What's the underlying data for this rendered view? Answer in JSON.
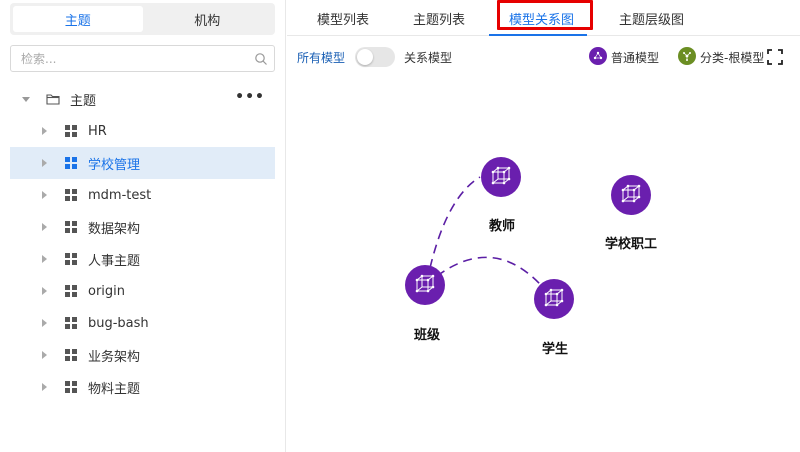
{
  "sidebar": {
    "segments": [
      {
        "label": "主题",
        "active": true
      },
      {
        "label": "机构",
        "active": false
      }
    ],
    "search": {
      "placeholder": "检索...",
      "value": ""
    },
    "root": {
      "label": "主题",
      "more": "•••"
    },
    "items": [
      {
        "label": "HR"
      },
      {
        "label": "学校管理",
        "selected": true
      },
      {
        "label": "mdm-test"
      },
      {
        "label": "数据架构"
      },
      {
        "label": "人事主题"
      },
      {
        "label": "origin"
      },
      {
        "label": "bug-bash"
      },
      {
        "label": "业务架构"
      },
      {
        "label": "物料主题"
      }
    ]
  },
  "main": {
    "tabs": [
      {
        "label": "模型列表"
      },
      {
        "label": "主题列表"
      },
      {
        "label": "模型关系图",
        "active": true
      },
      {
        "label": "主题层级图"
      }
    ],
    "toolbar": {
      "all_models": "所有模型",
      "relation_models": "关系模型",
      "legend_normal": "普通模型",
      "legend_root": "分类-根模型"
    },
    "graph": {
      "nodes": [
        {
          "id": "teacher",
          "label": "教师"
        },
        {
          "id": "class",
          "label": "班级"
        },
        {
          "id": "student",
          "label": "学生"
        },
        {
          "id": "staff",
          "label": "学校职工"
        }
      ]
    }
  },
  "colors": {
    "accent": "#1a73e8",
    "node": "#6a1fae",
    "root_model": "#6b8e23",
    "highlight": "#e60000",
    "selected_row": "#e1ecf8"
  }
}
